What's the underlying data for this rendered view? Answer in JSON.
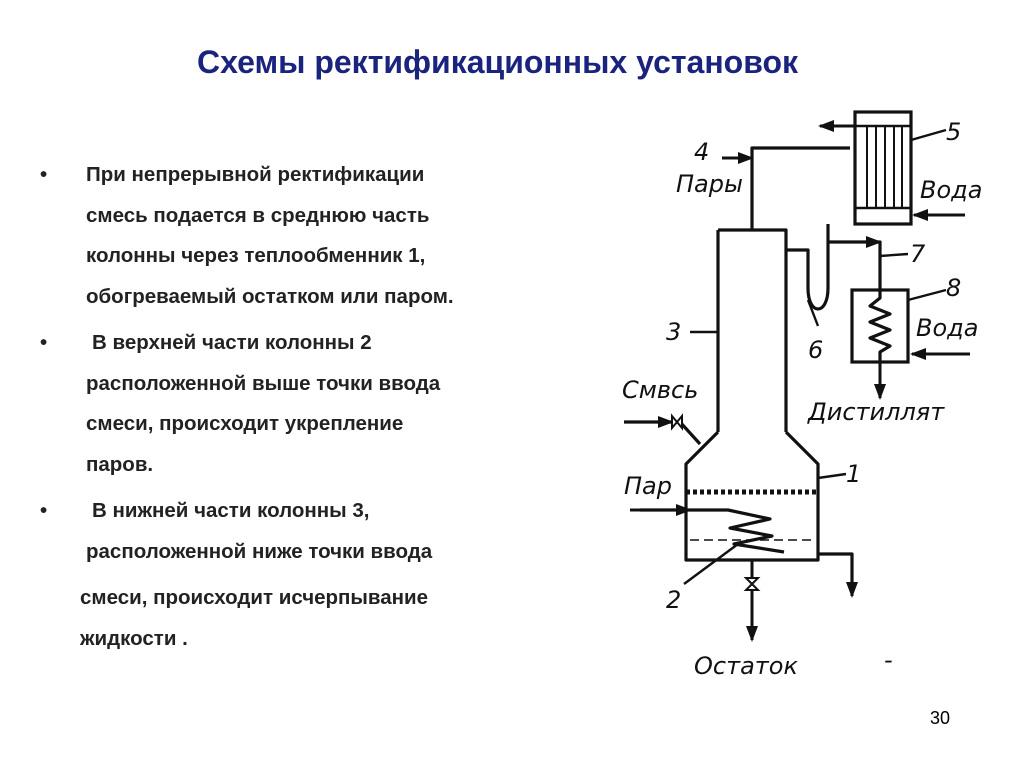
{
  "slide": {
    "title": "Схемы ректификационных установок",
    "page_number": "30"
  },
  "bullets": [
    {
      "marker": "•",
      "lines": [
        "При непрерывной ректификации",
        "смесь подается в среднюю часть",
        "колонны через теплообменник 1,",
        "обогреваемый остатком или паром."
      ]
    },
    {
      "marker": "•",
      "lines": [
        " В верхней части колонны 2",
        "расположенной выше точки ввода",
        "смеси, происходит укрепление",
        "паров."
      ]
    },
    {
      "marker": "•",
      "lines": [
        " В нижней части колонны 3,",
        "расположенной ниже точки ввода"
      ]
    }
  ],
  "continuation": [
    "смеси, происходит исчерпывание",
    "жидкости ."
  ],
  "diagram": {
    "labels": {
      "n4": "4",
      "vapors": "Пары",
      "n5": "5",
      "water_top": "Вода",
      "n7": "7",
      "n8": "8",
      "water_bottom": "Вода",
      "n3": "3",
      "n6": "6",
      "mixture": "Смвсь",
      "distillate": "Дистиллят",
      "steam": "Пар",
      "n1": "1",
      "n2": "2",
      "residue": "Остаток",
      "dash": "-"
    }
  }
}
